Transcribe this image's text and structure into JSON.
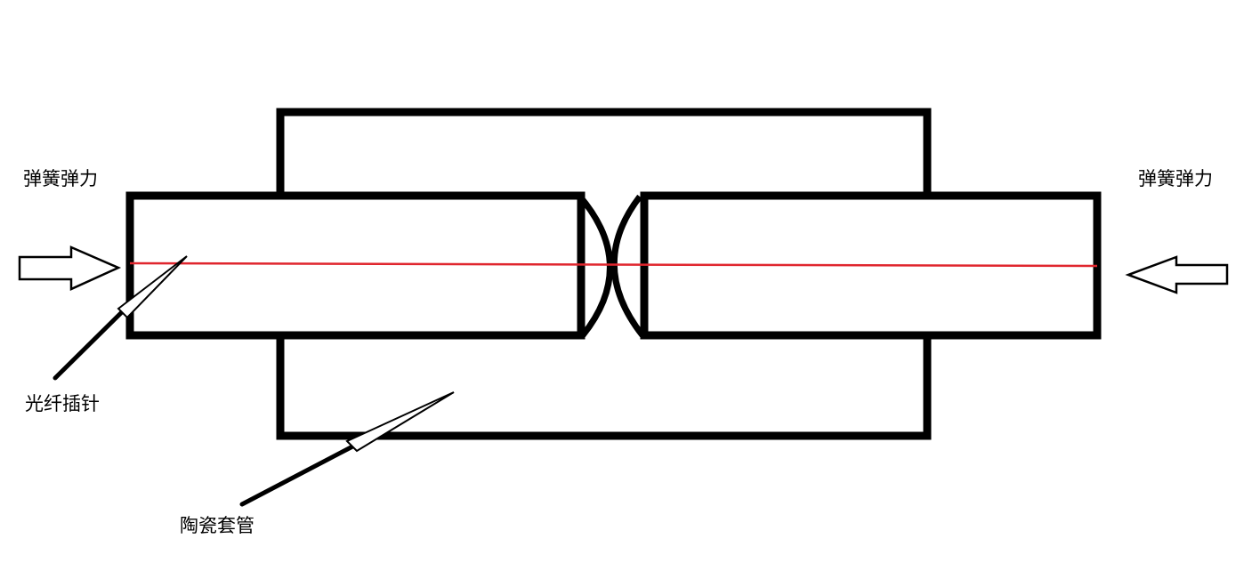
{
  "labels": {
    "spring_force_left": "弹簧弹力",
    "spring_force_right": "弹簧弹力",
    "fiber_ferrule": "光纤插针",
    "ceramic_sleeve": "陶瓷套管"
  },
  "colors": {
    "outline": "#000000",
    "fiber_core": "#e0262e",
    "background": "#ffffff"
  },
  "icons": {
    "left_arrow": "hollow-arrow-right",
    "right_arrow": "hollow-arrow-left"
  }
}
